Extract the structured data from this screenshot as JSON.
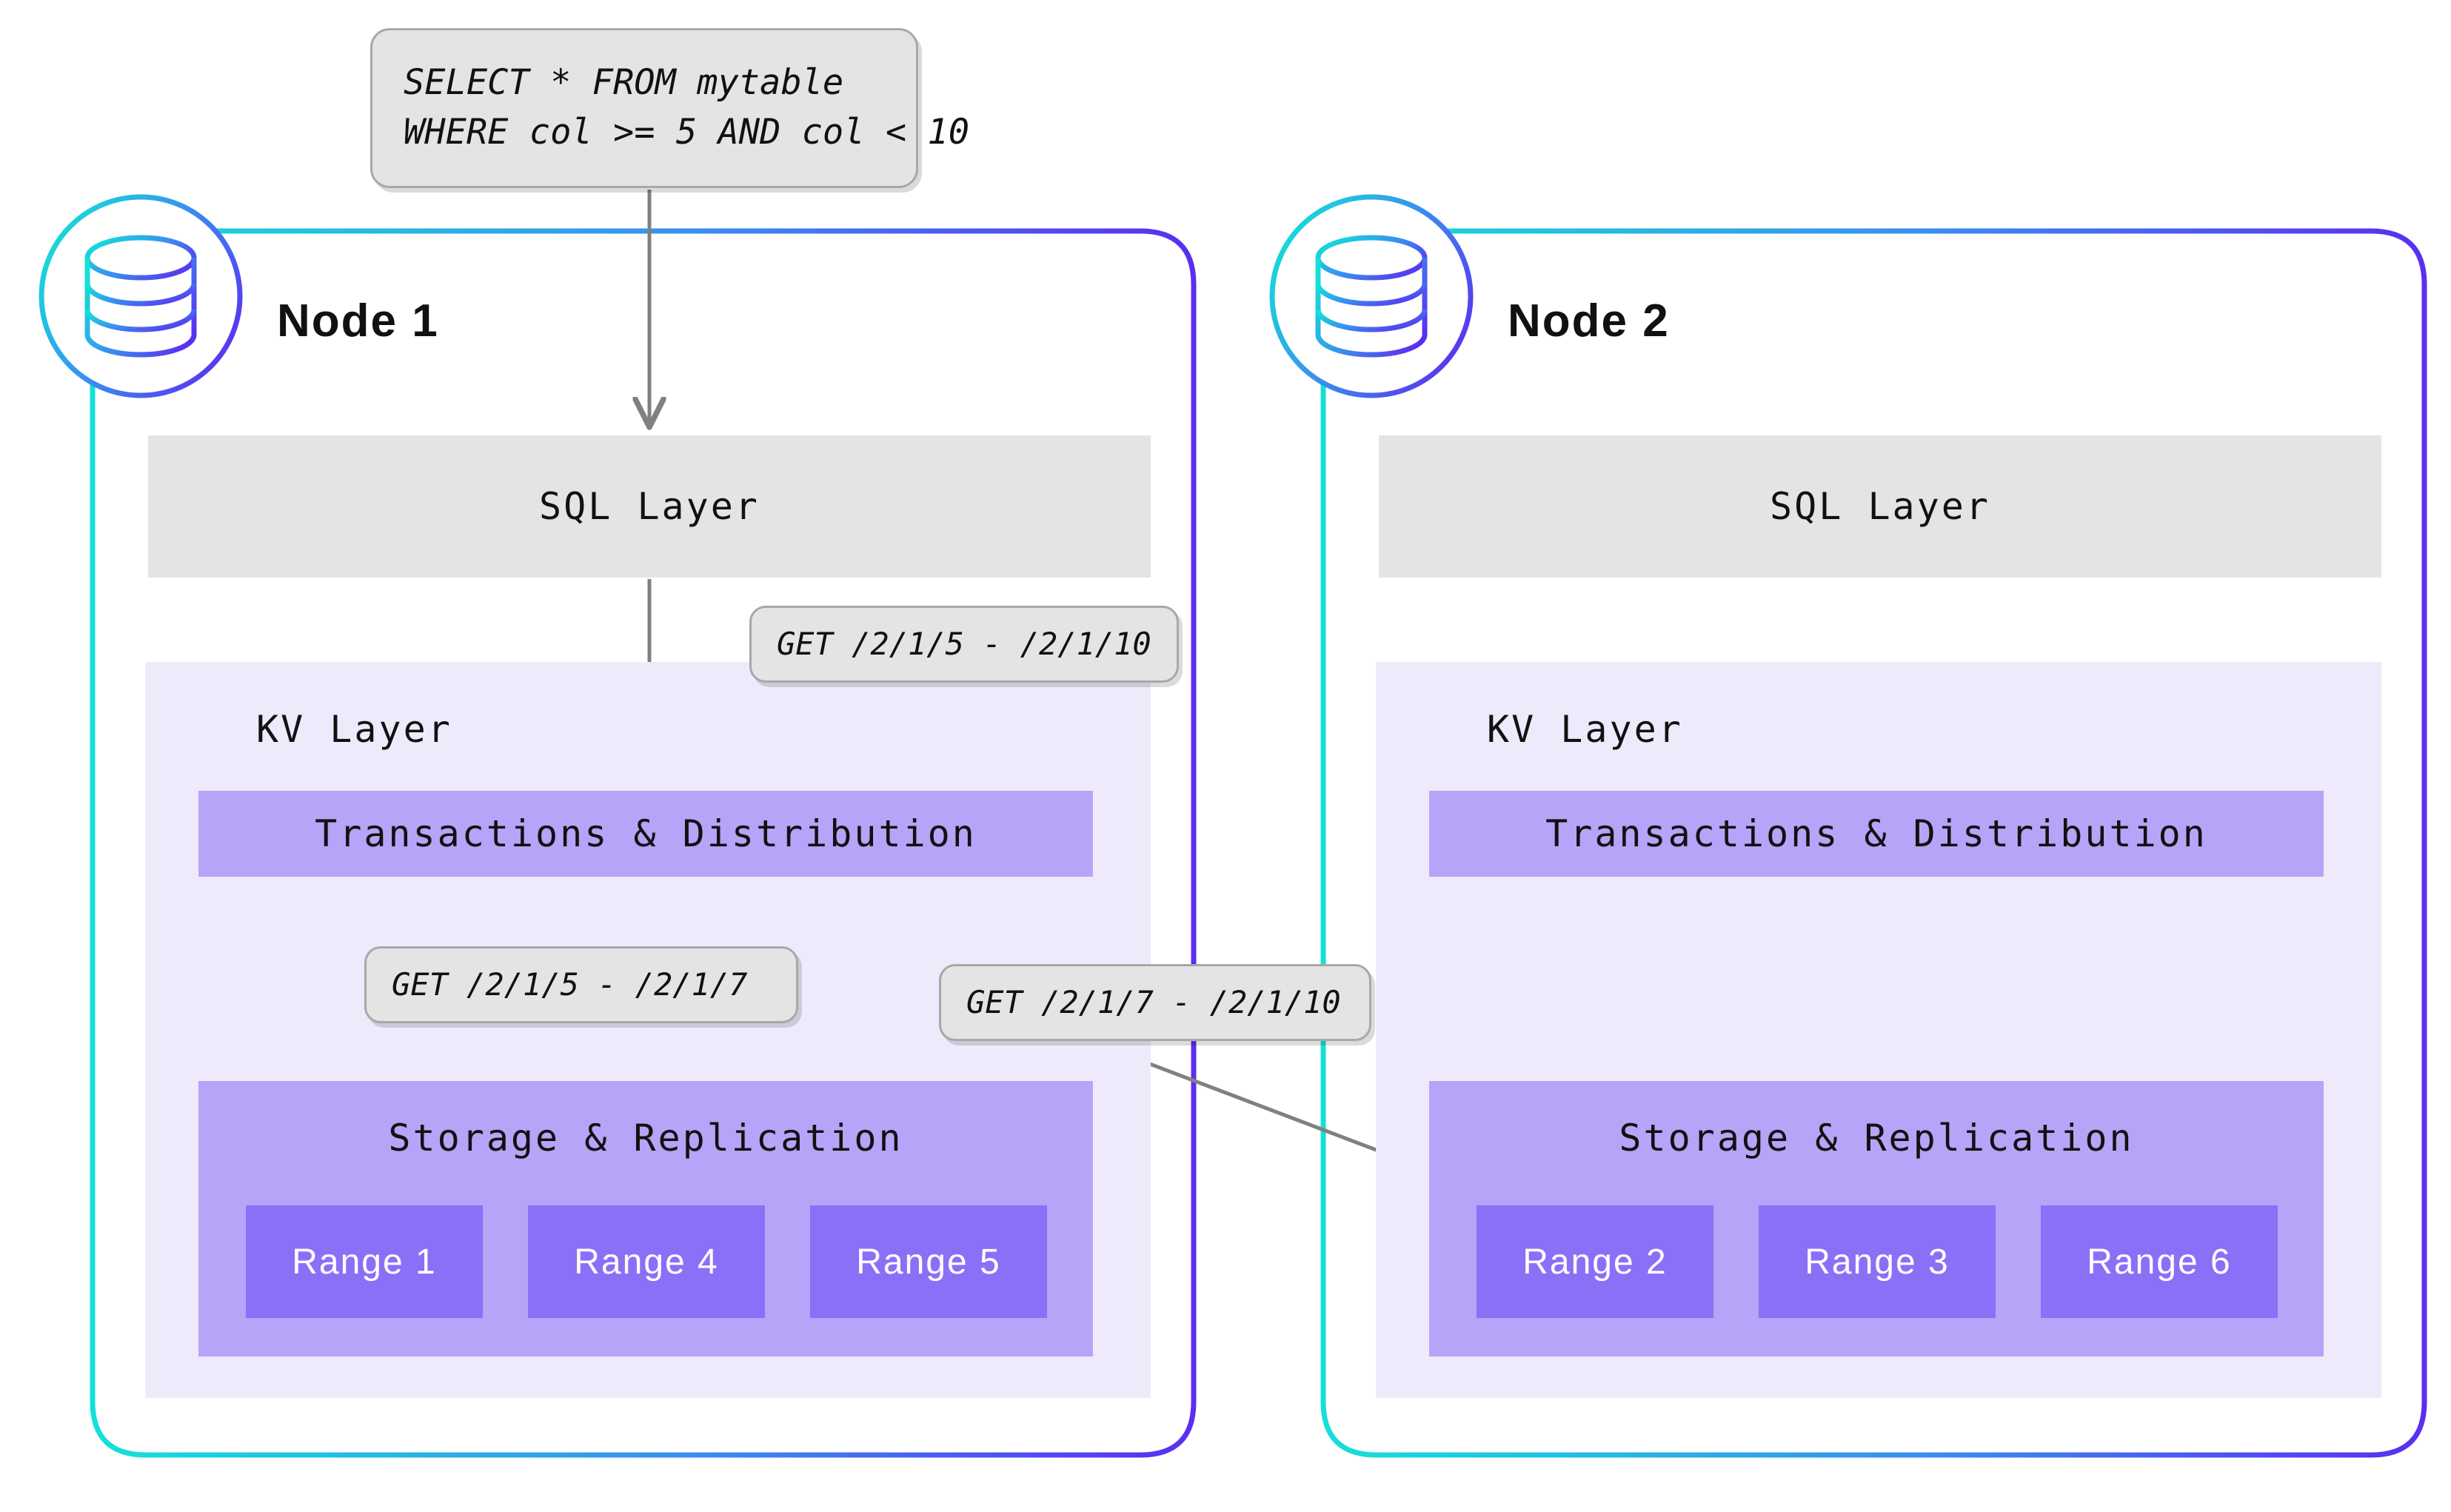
{
  "query_callout": {
    "name": "sql-query",
    "lines": [
      "SELECT * FROM mytable",
      "WHERE col >= 5 AND col < 10"
    ]
  },
  "request_tags": [
    {
      "id": "tag-kv",
      "text": "GET /2/1/5 - /2/1/10"
    },
    {
      "id": "tag-left",
      "text": "GET /2/1/5 - /2/1/7"
    },
    {
      "id": "tag-right",
      "text": "GET /2/1/7 - /2/1/10"
    }
  ],
  "nodes": [
    {
      "label": "Node 1",
      "icon": "database-icon",
      "sql_layer": "SQL Layer",
      "kv_layer": "KV Layer",
      "transactions": "Transactions & Distribution",
      "storage": "Storage & Replication",
      "ranges": [
        "Range 1",
        "Range 4",
        "Range 5"
      ]
    },
    {
      "label": "Node 2",
      "icon": "database-icon",
      "sql_layer": "SQL Layer",
      "kv_layer": "KV Layer",
      "transactions": "Transactions & Distribution",
      "storage": "Storage & Replication",
      "ranges": [
        "Range 2",
        "Range 3",
        "Range 6"
      ]
    }
  ],
  "colors": {
    "gradient_start": "#14e0d8",
    "gradient_end": "#5b2ef0",
    "callout_fill": "#e4e4e4",
    "callout_border": "#a8a8a8",
    "sql_layer_fill": "#e4e4e4",
    "kv_layer_fill": "#efeafb",
    "block_fill": "#b7a3f7",
    "range_fill": "#8c6ff7",
    "range_text": "#ffffff",
    "arrow": "#808080",
    "text": "#111111"
  }
}
